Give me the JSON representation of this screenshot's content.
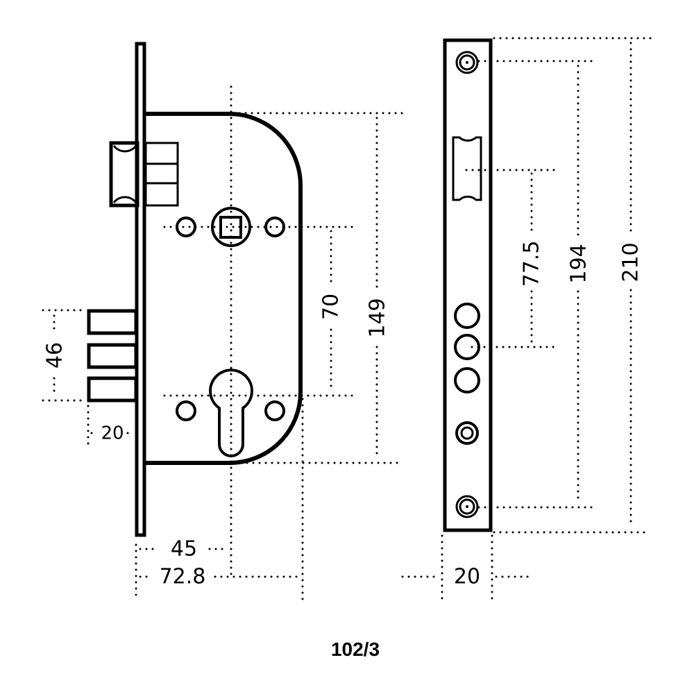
{
  "diagram": {
    "caption": "102/3",
    "colors": {
      "line": "#000000",
      "background": "#ffffff"
    },
    "dimensions": {
      "bolt_span": "46",
      "bolt_throw": "20",
      "backset": "45",
      "case_depth": "72.8",
      "center_distance": "70",
      "case_height": "149",
      "faceplate_latch_to_cylinder": "77.5",
      "screw_spacing": "194",
      "faceplate_height": "210",
      "faceplate_width": "20"
    }
  }
}
